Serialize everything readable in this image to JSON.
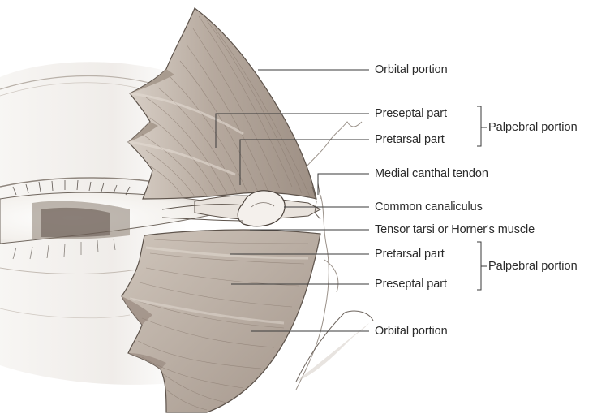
{
  "labels": {
    "orbital_portion_upper": "Orbital portion",
    "preseptal_part_upper": "Preseptal part",
    "pretarsal_part_upper": "Pretarsal part",
    "palpebral_portion_upper": "Palpebral portion",
    "medial_canthal_tendon": "Medial canthal tendon",
    "common_canaliculus": "Common canaliculus",
    "tensor_tarsi": "Tensor tarsi or Horner's muscle",
    "pretarsal_part_lower": "Pretarsal part",
    "preseptal_part_lower": "Preseptal part",
    "palpebral_portion_lower": "Palpebral portion",
    "orbital_portion_lower": "Orbital portion"
  },
  "colors": {
    "muscle_fill": "#b9ada3",
    "muscle_shadow": "#9a8c80",
    "muscle_highlight": "#ddd4cb",
    "fiber_line": "#8a7b70",
    "leader_line": "#3a3a3a",
    "text": "#2b2b2b",
    "skin_shade": "#e8e2dc"
  }
}
